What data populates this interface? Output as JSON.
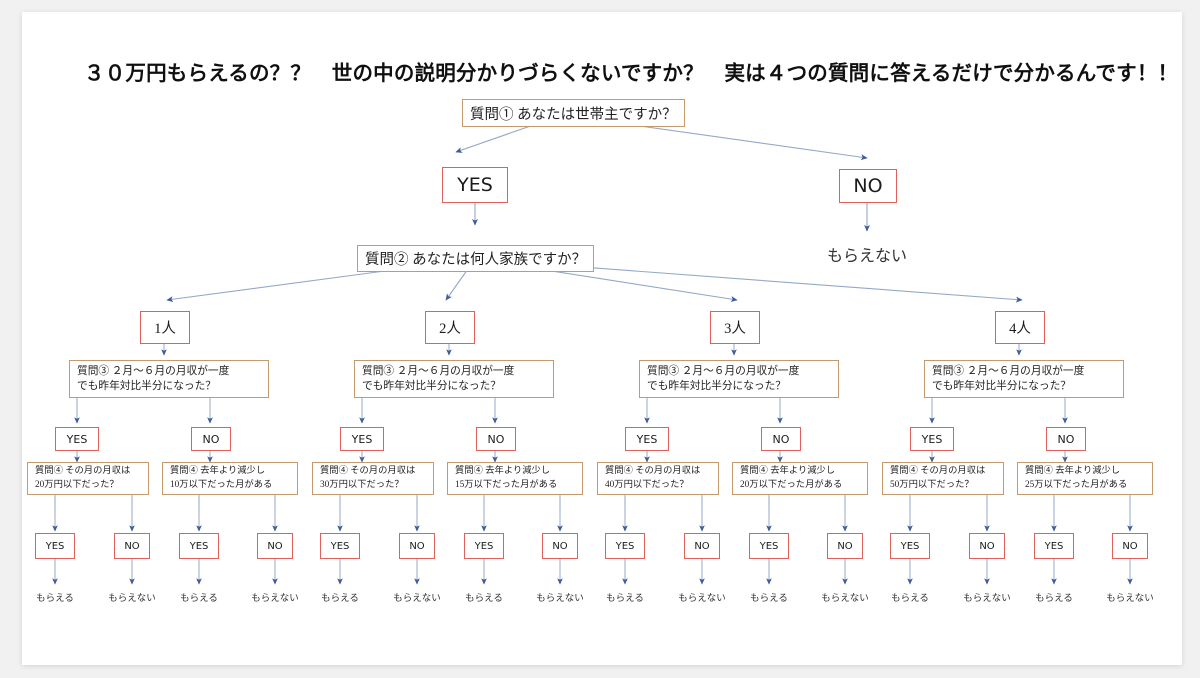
{
  "title": "３０万円もらえるの？？　世の中の説明分かりづらくないですか？　実は４つの質問に答えるだけで分かるんです！！",
  "nodes": {
    "q1": "質問① あなたは世帯主ですか？",
    "q1_yes": "YES",
    "q1_no": "NO",
    "q1_no_result": "もらえない",
    "q2": "質問② あなたは何人家族ですか？",
    "family": [
      "1人",
      "2人",
      "3人",
      "4人"
    ],
    "q3": "質問③ ２月～６月の月収が一度\nでも昨年対比半分になった？",
    "q3_yes": "YES",
    "q3_no": "NO"
  },
  "columns": [
    {
      "family": "1人",
      "q3": "質問③ ２月～６月の月収が一度\nでも昨年対比半分になった？",
      "q3_yes": "YES",
      "q3_no": "NO",
      "q4_yes_branch": "質問④ その月の月収は\n20万円以下だった？",
      "q4_no_branch": "質問④ 去年より減少し\n10万以下だった月がある",
      "answers": [
        "YES",
        "NO",
        "YES",
        "NO"
      ],
      "results": [
        "もらえる",
        "もらえない",
        "もらえる",
        "もらえない"
      ]
    },
    {
      "family": "2人",
      "q3": "質問③ ２月～６月の月収が一度\nでも昨年対比半分になった？",
      "q3_yes": "YES",
      "q3_no": "NO",
      "q4_yes_branch": "質問④ その月の月収は\n30万円以下だった？",
      "q4_no_branch": "質問④ 去年より減少し\n15万以下だった月がある",
      "answers": [
        "YES",
        "NO",
        "YES",
        "NO"
      ],
      "results": [
        "もらえる",
        "もらえない",
        "もらえる",
        "もらえない"
      ]
    },
    {
      "family": "3人",
      "q3": "質問③ ２月～６月の月収が一度\nでも昨年対比半分になった？",
      "q3_yes": "YES",
      "q3_no": "NO",
      "q4_yes_branch": "質問④ その月の月収は\n40万円以下だった？",
      "q4_no_branch": "質問④ 去年より減少し\n20万以下だった月がある",
      "answers": [
        "YES",
        "NO",
        "YES",
        "NO"
      ],
      "results": [
        "もらえる",
        "もらえない",
        "もらえる",
        "もらえない"
      ]
    },
    {
      "family": "4人",
      "q3": "質問③ ２月～６月の月収が一度\nでも昨年対比半分になった？",
      "q3_yes": "YES",
      "q3_no": "NO",
      "q4_yes_branch": "質問④ その月の月収は\n50万円以下だった？",
      "q4_no_branch": "質問④ 去年より減少し\n25万以下だった月がある",
      "answers": [
        "YES",
        "NO",
        "YES",
        "NO"
      ],
      "results": [
        "もらえる",
        "もらえない",
        "もらえる",
        "もらえない"
      ]
    }
  ],
  "colors": {
    "question_border": "#c49a6c",
    "answer_border": "#e0605c",
    "edge": "#93a8c8",
    "arrowhead": "#3c5c9c",
    "page_background": "#f1f1f2",
    "card_background": "#ffffff"
  }
}
